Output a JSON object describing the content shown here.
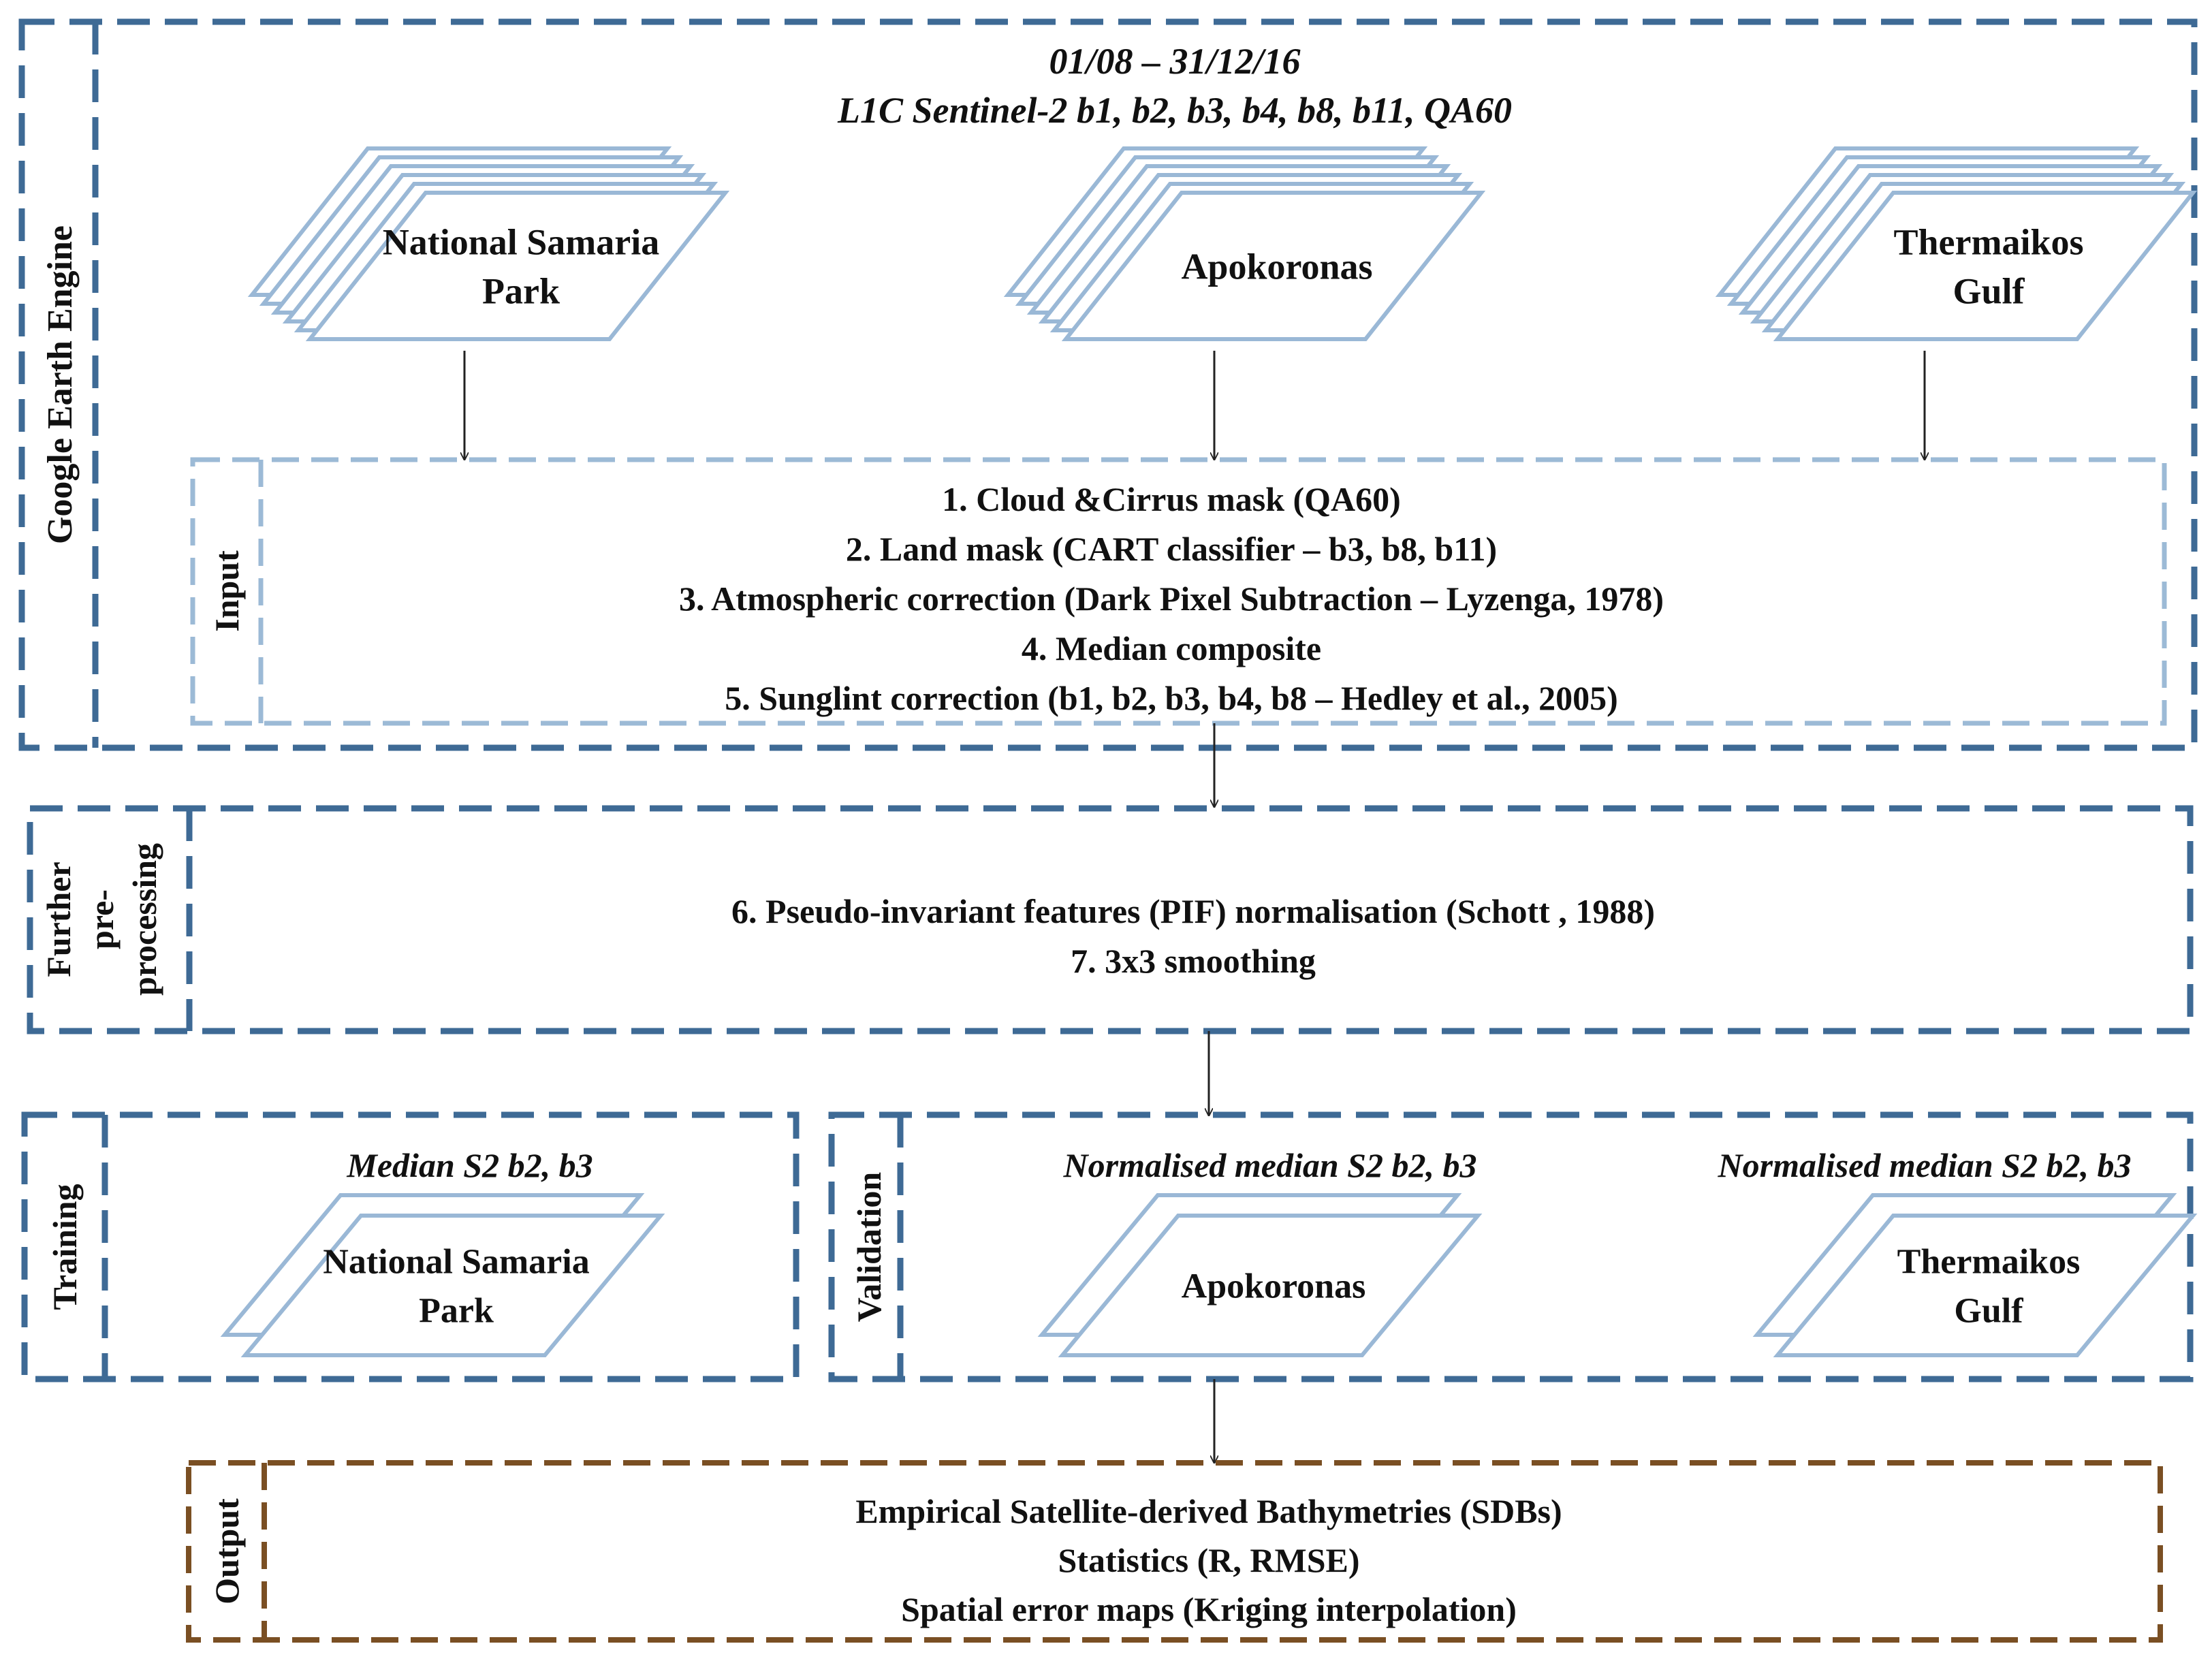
{
  "gee": {
    "side_label": "Google Earth Engine",
    "date_range": "01/08 – 31/12/16",
    "bands": "L1C Sentinel-2 b1, b2, b3, b4, b8, b11, QA60"
  },
  "stacks": [
    {
      "name": "stack-national-samaria",
      "lines": [
        "National Samaria",
        "Park"
      ]
    },
    {
      "name": "stack-apokoronas",
      "lines": [
        "Apokoronas"
      ]
    },
    {
      "name": "stack-thermaikos",
      "lines": [
        "Thermaikos",
        "Gulf"
      ]
    }
  ],
  "input": {
    "side_label": "Input",
    "steps": [
      "1.  Cloud &Cirrus mask (QA60)",
      "2.  Land mask (CART classifier – b3, b8, b11)",
      "3.  Atmospheric correction (Dark Pixel Subtraction – Lyzenga, 1978)",
      "4.  Median composite",
      "5.  Sunglint correction (b1, b2, b3, b4, b8 – Hedley et al., 2005)"
    ]
  },
  "preprocessing": {
    "side_label_lines": [
      "Further",
      "pre-",
      "processing"
    ],
    "steps": [
      "6. Pseudo-invariant features (PIF) normalisation (Schott , 1988)",
      "7. 3x3 smoothing"
    ]
  },
  "training": {
    "side_label": "Training",
    "caption": "Median S2 b2, b3",
    "lines": [
      "National Samaria",
      "Park"
    ]
  },
  "validation": {
    "side_label": "Validation",
    "items": [
      {
        "caption": "Normalised median S2 b2, b3",
        "lines": [
          "Apokoronas"
        ]
      },
      {
        "caption": "Normalised median S2 b2, b3",
        "lines": [
          "Thermaikos",
          "Gulf"
        ]
      }
    ]
  },
  "output": {
    "side_label": "Output",
    "lines": [
      "Empirical Satellite-derived Bathymetries (SDBs)",
      "Statistics (R, RMSE)",
      "Spatial error maps (Kriging interpolation)"
    ]
  },
  "colors": {
    "dark_blue": "#3e6a95",
    "light_blue": "#9cbad6",
    "brown": "#7a4f23",
    "parallelogram": "#9ab8d6",
    "arrow": "#222222"
  }
}
